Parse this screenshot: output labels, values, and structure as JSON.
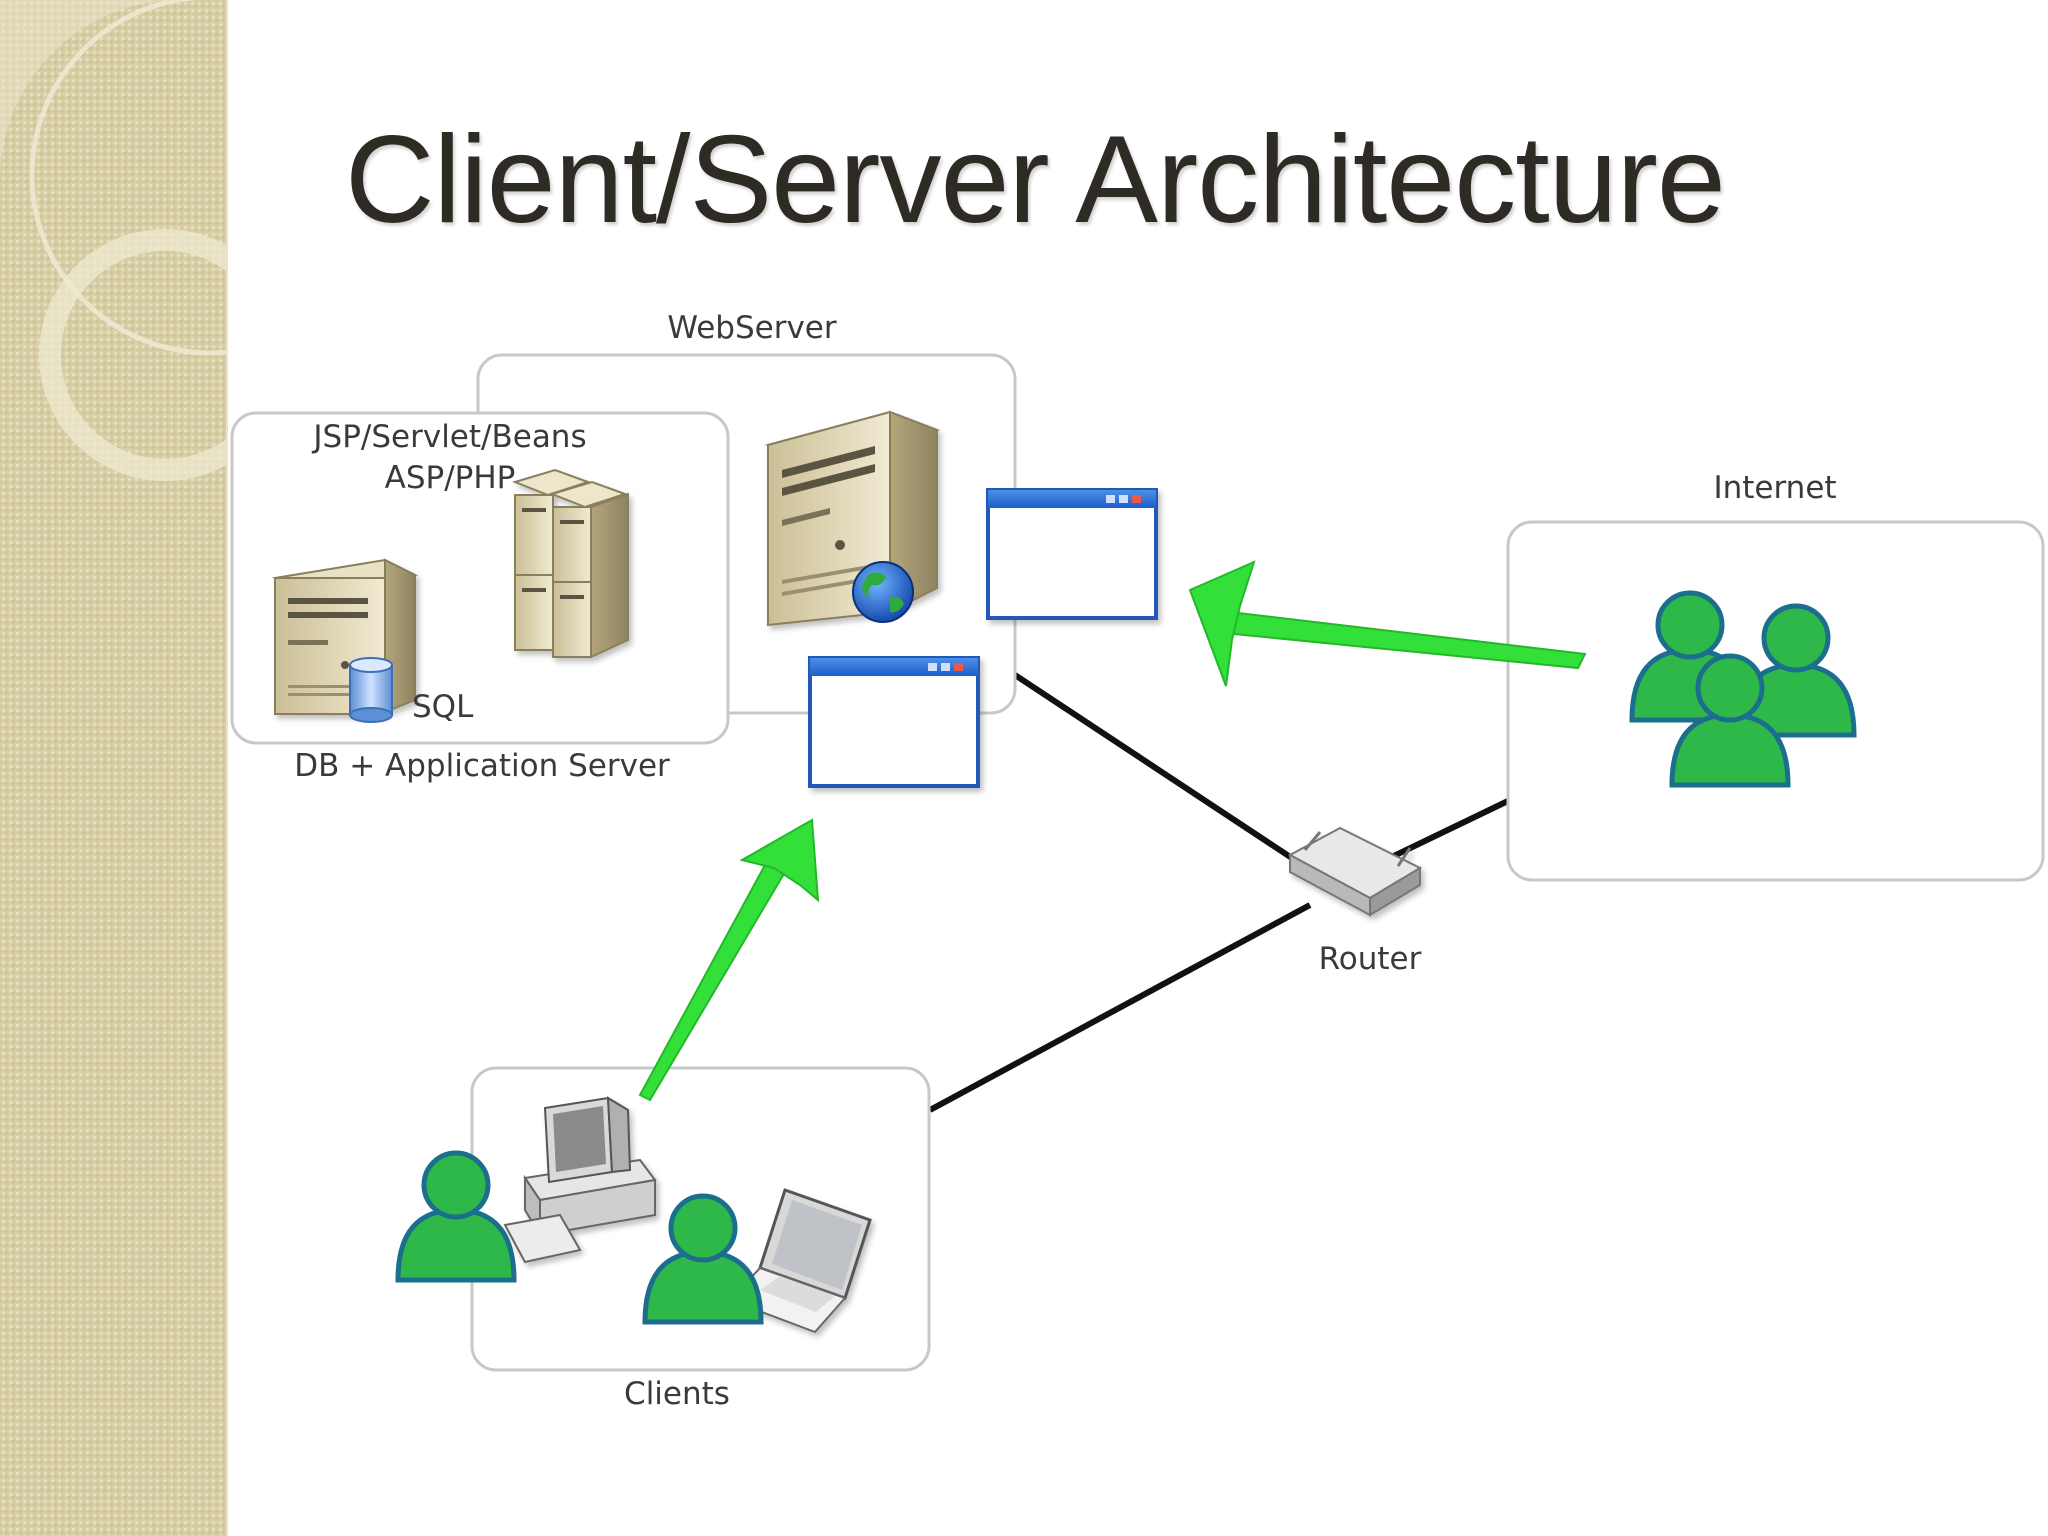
{
  "slide": {
    "title": "Client/Server Architecture"
  },
  "diagram": {
    "webserver_label": "WebServer",
    "app_tech_line1": "JSP/Servlet/Beans",
    "app_tech_line2": "ASP/PHP",
    "sql_label": "SQL",
    "db_app_label": "DB + Application Server",
    "internet_label": "Internet",
    "router_label": "Router",
    "clients_label": "Clients"
  },
  "colors": {
    "arrow": "#33e03a",
    "person": "#2fb84a",
    "sidebar": "#d8cea4",
    "title": "#2e2a24"
  }
}
